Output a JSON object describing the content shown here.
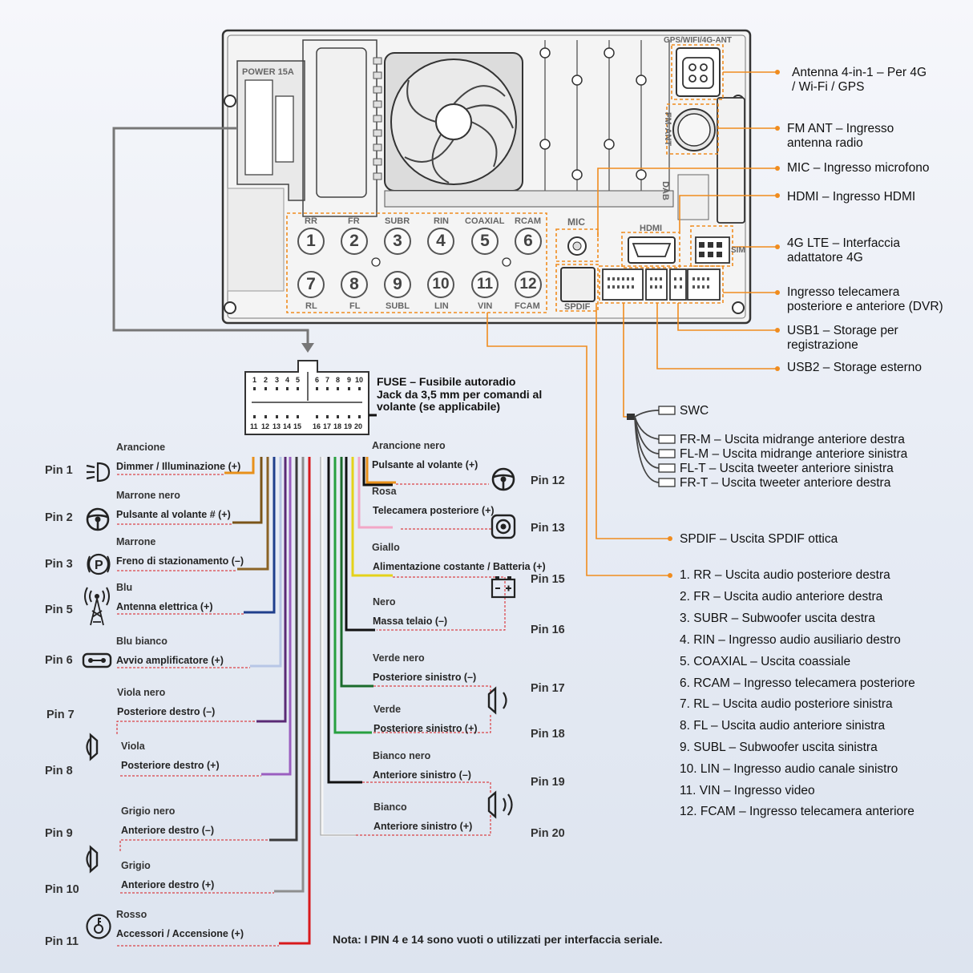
{
  "device": {
    "power_label": "POWER 15A",
    "gps_label": "GPS/WIFI/4G-ANT",
    "fm_label": "FM-ANT",
    "dab_label": "DAB",
    "mic_label": "MIC",
    "hdmi_label": "HDMI",
    "sim_label": "SIM",
    "spdif_label": "SPDIF",
    "rca_top_labels": [
      "RR",
      "FR",
      "SUBR",
      "RIN",
      "COAXIAL",
      "RCAM"
    ],
    "rca_bottom_labels": [
      "RL",
      "FL",
      "SUBL",
      "LIN",
      "VIN",
      "FCAM"
    ],
    "rca_top_numbers": [
      "1",
      "2",
      "3",
      "4",
      "5",
      "6"
    ],
    "rca_bottom_numbers": [
      "7",
      "8",
      "9",
      "10",
      "11",
      "12"
    ]
  },
  "right_callouts": [
    "Antenna 4-in-1 – Per 4G",
    "/ Wi-Fi / GPS",
    "FM ANT – Ingresso",
    "antenna radio",
    "MIC – Ingresso microfono",
    "HDMI – Ingresso HDMI",
    "4G LTE – Interfaccia",
    "adattatore 4G",
    "Ingresso telecamera",
    "posteriore e anteriore (DVR)",
    "USB1 – Storage per",
    "registrazione",
    "USB2 – Storage esterno"
  ],
  "harness_callouts": {
    "swc": "SWC",
    "outputs": [
      "FR-M – Uscita midrange anteriore destra",
      "FL-M – Uscita midrange anteriore sinistra",
      "FL-T – Uscita tweeter anteriore sinistra",
      "FR-T – Uscita tweeter anteriore destra"
    ],
    "spdif": "SPDIF – Uscita SPDIF ottica"
  },
  "connector": {
    "top_numbers": [
      "1",
      "2",
      "3",
      "4",
      "5",
      "6",
      "7",
      "8",
      "9",
      "10"
    ],
    "bottom_numbers": [
      "11",
      "12",
      "13",
      "14",
      "15",
      "16",
      "17",
      "18",
      "19",
      "20"
    ],
    "fuse_text": [
      "FUSE – Fusibile autoradio",
      "Jack da 3,5 mm per comandi al",
      "volante (se applicabile)"
    ]
  },
  "pins_left": [
    {
      "pin": "Pin 1",
      "color": "Arancione",
      "function": "Dimmer / Illuminazione (+)",
      "icon": "headlight-icon",
      "wire": "#e8901a"
    },
    {
      "pin": "Pin 2",
      "color": "Marrone nero",
      "function": "Pulsante al volante # (+)",
      "icon": "steering-wheel-icon",
      "wire": "#7a5418"
    },
    {
      "pin": "Pin 3",
      "color": "Marrone",
      "function": "Freno di stazionamento (–)",
      "icon": "parking-brake-icon",
      "wire": "#8b6326"
    },
    {
      "pin": "Pin 5",
      "color": "Blu",
      "function": "Antenna elettrica (+)",
      "icon": "antenna-tower-icon",
      "wire": "#1f3f8c"
    },
    {
      "pin": "Pin 6",
      "color": "Blu bianco",
      "function": "Avvio amplificatore (+)",
      "icon": "amplifier-icon",
      "wire": "#b7c6e6"
    },
    {
      "pin": "Pin 7",
      "color": "Viola nero",
      "function": "Posteriore destro (–)",
      "icon": "speaker-icon",
      "wire": "#5a2a75"
    },
    {
      "pin": "Pin 8",
      "color": "Viola",
      "function": "Posteriore destro (+)",
      "icon": "speaker-icon",
      "wire": "#9a5ec0"
    },
    {
      "pin": "Pin 9",
      "color": "Grigio nero",
      "function": "Anteriore destro (–)",
      "icon": "speaker-icon",
      "wire": "#3a3a3a"
    },
    {
      "pin": "Pin 10",
      "color": "Grigio",
      "function": "Anteriore destro (+)",
      "icon": "speaker-icon",
      "wire": "#8e8e8e"
    },
    {
      "pin": "Pin 11",
      "color": "Rosso",
      "function": "Accessori / Accensione (+)",
      "icon": "ignition-key-icon",
      "wire": "#d8191c"
    }
  ],
  "pins_right": [
    {
      "pin": "Pin 12",
      "color": "Arancione nero",
      "function": "Pulsante al volante (+)",
      "icon": "steering-wheel-icon",
      "wire": "#e8901a"
    },
    {
      "pin": "Pin 13",
      "color": "Rosa",
      "function": "Telecamera posteriore (+)",
      "icon": "camera-icon",
      "wire": "#f2a6c6"
    },
    {
      "pin": "Pin 15",
      "color": "Giallo",
      "function": "Alimentazione costante / Batteria (+)",
      "icon": "battery-icon",
      "wire": "#e4d21a"
    },
    {
      "pin": "Pin 16",
      "color": "Nero",
      "function": "Massa telaio (–)",
      "icon": "",
      "wire": "#111111"
    },
    {
      "pin": "Pin 17",
      "color": "Verde nero",
      "function": "Posteriore sinistro (–)",
      "icon": "speaker-icon",
      "wire": "#1b6b2c"
    },
    {
      "pin": "Pin 18",
      "color": "Verde",
      "function": "Posteriore sinistro (+)",
      "icon": "speaker-icon",
      "wire": "#27a040"
    },
    {
      "pin": "Pin 19",
      "color": "Bianco nero",
      "function": "Anteriore sinistro (–)",
      "icon": "speaker-icon",
      "wire": "#111111"
    },
    {
      "pin": "Pin 20",
      "color": "Bianco",
      "function": "Anteriore sinistro (+)",
      "icon": "speaker-icon",
      "wire": "#f5f5f5"
    }
  ],
  "rca_legend": [
    "1. RR – Uscita audio posteriore destra",
    "2. FR – Uscita audio anteriore destra",
    "3. SUBR – Subwoofer uscita destra",
    "4. RIN – Ingresso audio ausiliario destro",
    "5. COAXIAL – Uscita coassiale",
    "6. RCAM – Ingresso telecamera posteriore",
    "7. RL – Uscita audio posteriore sinistra",
    "8. FL – Uscita audio anteriore sinistra",
    "9. SUBL – Subwoofer uscita sinistra",
    "10. LIN – Ingresso audio canale sinistro",
    "11. VIN – Ingresso video",
    "12. FCAM – Ingresso telecamera anteriore"
  ],
  "note": "Nota: I PIN 4 e 14 sono vuoti o utilizzati per interfaccia seriale.",
  "accent": "#f08c1e"
}
